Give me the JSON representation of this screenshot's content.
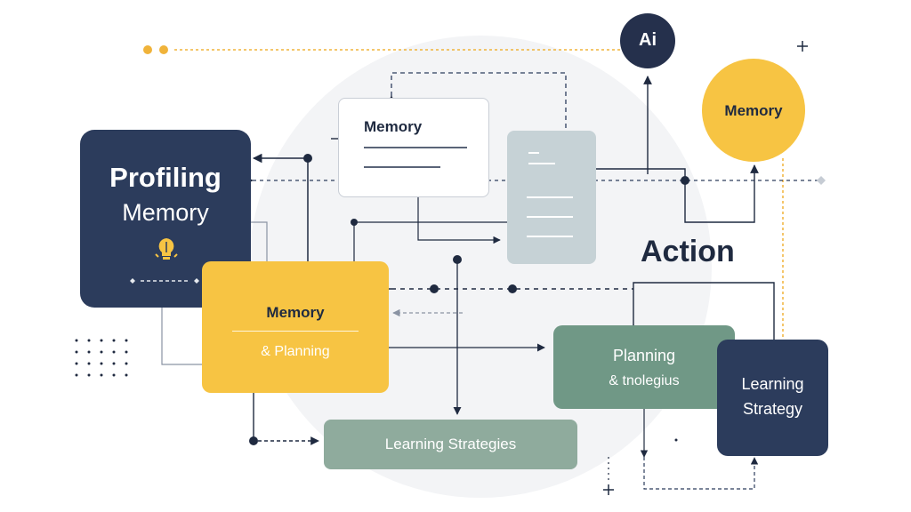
{
  "nodes": {
    "profiling": {
      "title": "Profiling",
      "subtitle": "Memory"
    },
    "memory_card": {
      "title": "Memory"
    },
    "memory_planning": {
      "title": "Memory",
      "subtitle": "& Planning"
    },
    "learning_strategies": {
      "label": "Learning Strategies"
    },
    "planning": {
      "title": "Planning",
      "subtitle": "& tnolegius"
    },
    "learning_strategy": {
      "line1": "Learning",
      "line2": "Strategy"
    },
    "memory_circle": {
      "label": "Memory"
    },
    "ai_circle": {
      "label": "Ai"
    },
    "action": {
      "label": "Action"
    }
  },
  "icons": {
    "profiling": "lightbulb-icon"
  },
  "colors": {
    "navy": "#2c3c5c",
    "yellow": "#f7c443",
    "sage": "#709886",
    "light_sage": "#8fab9d",
    "grey_blue": "#c6d2d6",
    "line": "#1f2a40"
  }
}
